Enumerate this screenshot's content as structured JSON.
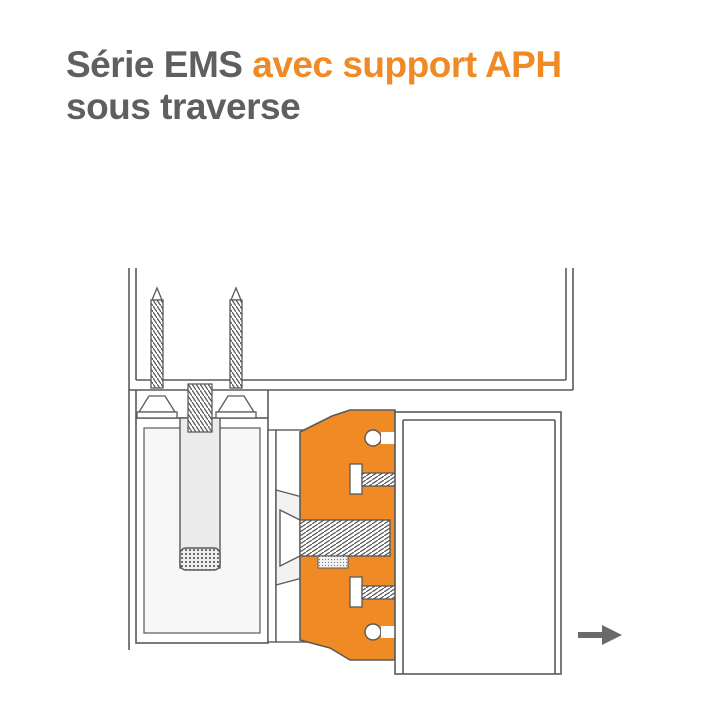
{
  "title": {
    "part1": "Série EMS",
    "part2": "avec support APH",
    "line2": "sous traverse"
  },
  "colors": {
    "accent": "#f08a24",
    "text": "#5f5f5f",
    "line": "#5a5a5a",
    "steel": "#d9d9d9"
  },
  "icons": [
    "arrow-right-icon",
    "screw-icon"
  ]
}
